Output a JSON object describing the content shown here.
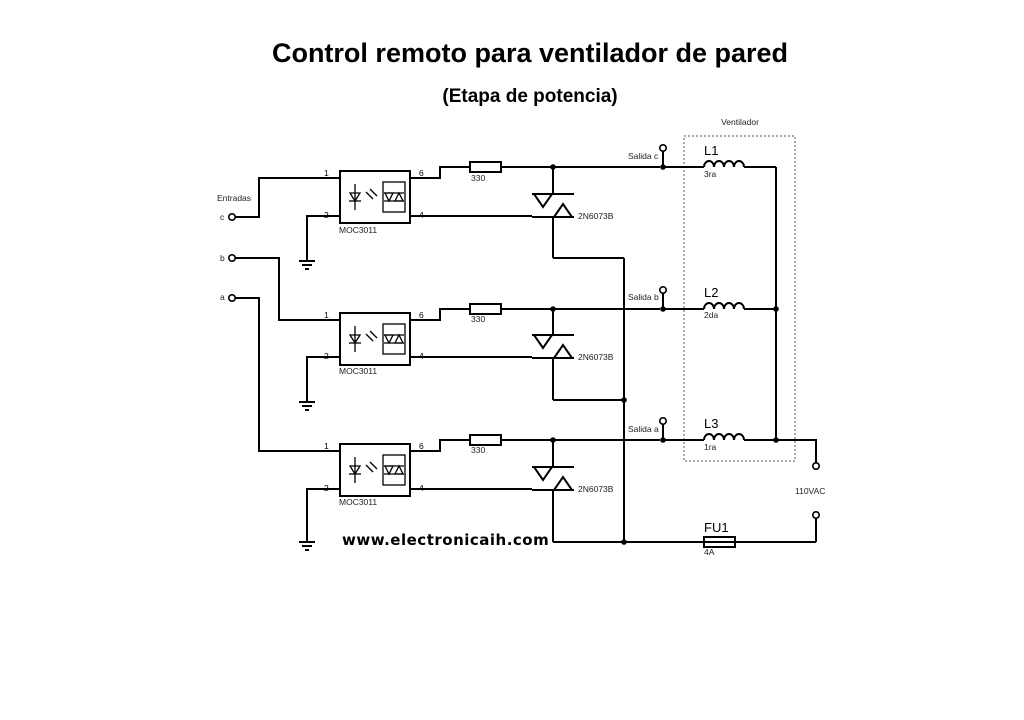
{
  "title": "Control remoto para ventilador de pared",
  "subtitle": "(Etapa de potencia)",
  "website": "www.electronicaih.com",
  "inputs": {
    "group_label": "Entradas",
    "labels": [
      "c",
      "b",
      "a"
    ]
  },
  "optocoupler": {
    "part": "MOC3011",
    "pins": [
      "1",
      "2",
      "6",
      "4"
    ]
  },
  "resistor_value": "330",
  "triac_part": "2N6073B",
  "outputs": [
    "Salida c",
    "Salida b",
    "Salida a"
  ],
  "fan": {
    "label": "Ventilador",
    "coils": [
      {
        "name": "L1",
        "note": "3ra"
      },
      {
        "name": "L2",
        "note": "2da"
      },
      {
        "name": "L3",
        "note": "1ra"
      }
    ]
  },
  "fuse": {
    "name": "FU1",
    "rating": "4A"
  },
  "supply": "110VAC",
  "colors": {
    "line": "#000000",
    "background": "#ffffff"
  }
}
